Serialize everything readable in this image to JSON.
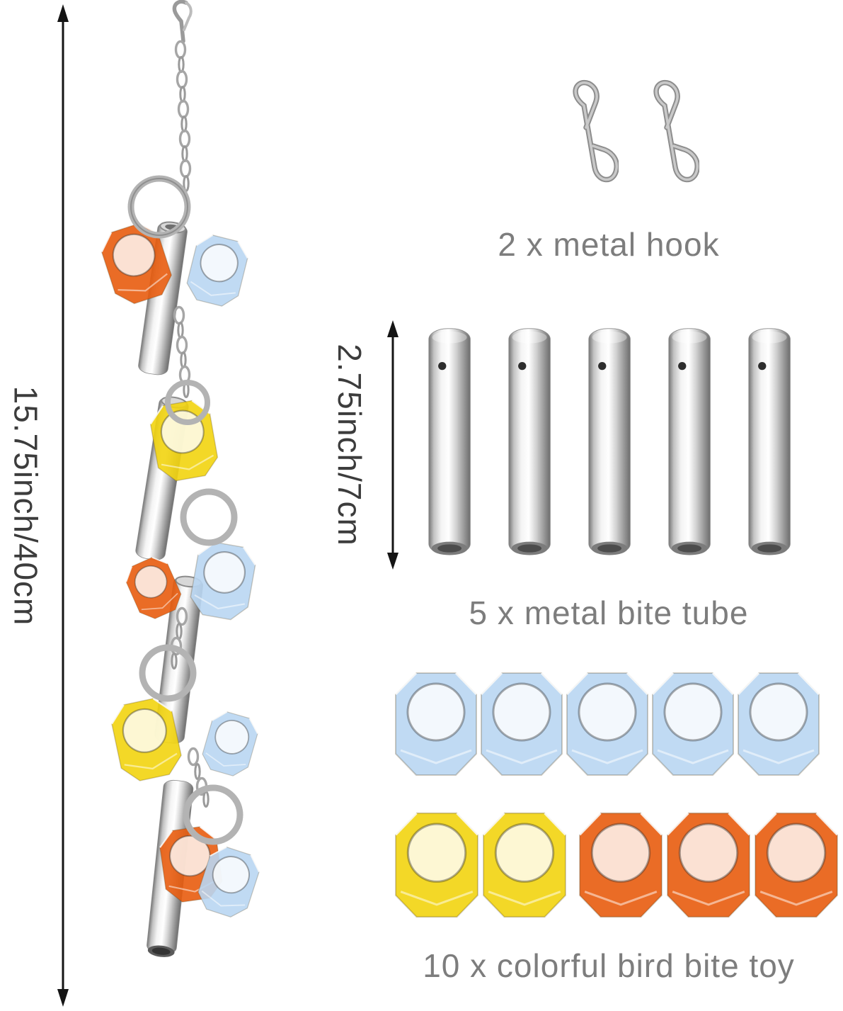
{
  "colors": {
    "background": "#ffffff",
    "label_text": "#7d7d7d",
    "dimension_text": "#3c3c3c",
    "arrow": "#141414",
    "crystal_blue": "#b9d6f2",
    "crystal_yellow": "#f2d410",
    "crystal_orange": "#e85c0e",
    "metal_silver": "#c9c9c9"
  },
  "dimensions": {
    "toy_height": "15.75inch/40cm",
    "tube_length": "2.75inch/7cm"
  },
  "items": {
    "hooks": {
      "label": "2 x metal hook"
    },
    "tubes": {
      "label": "5 x metal bite tube"
    },
    "bite_toys": {
      "label": "10 x colorful bird bite toy"
    }
  }
}
